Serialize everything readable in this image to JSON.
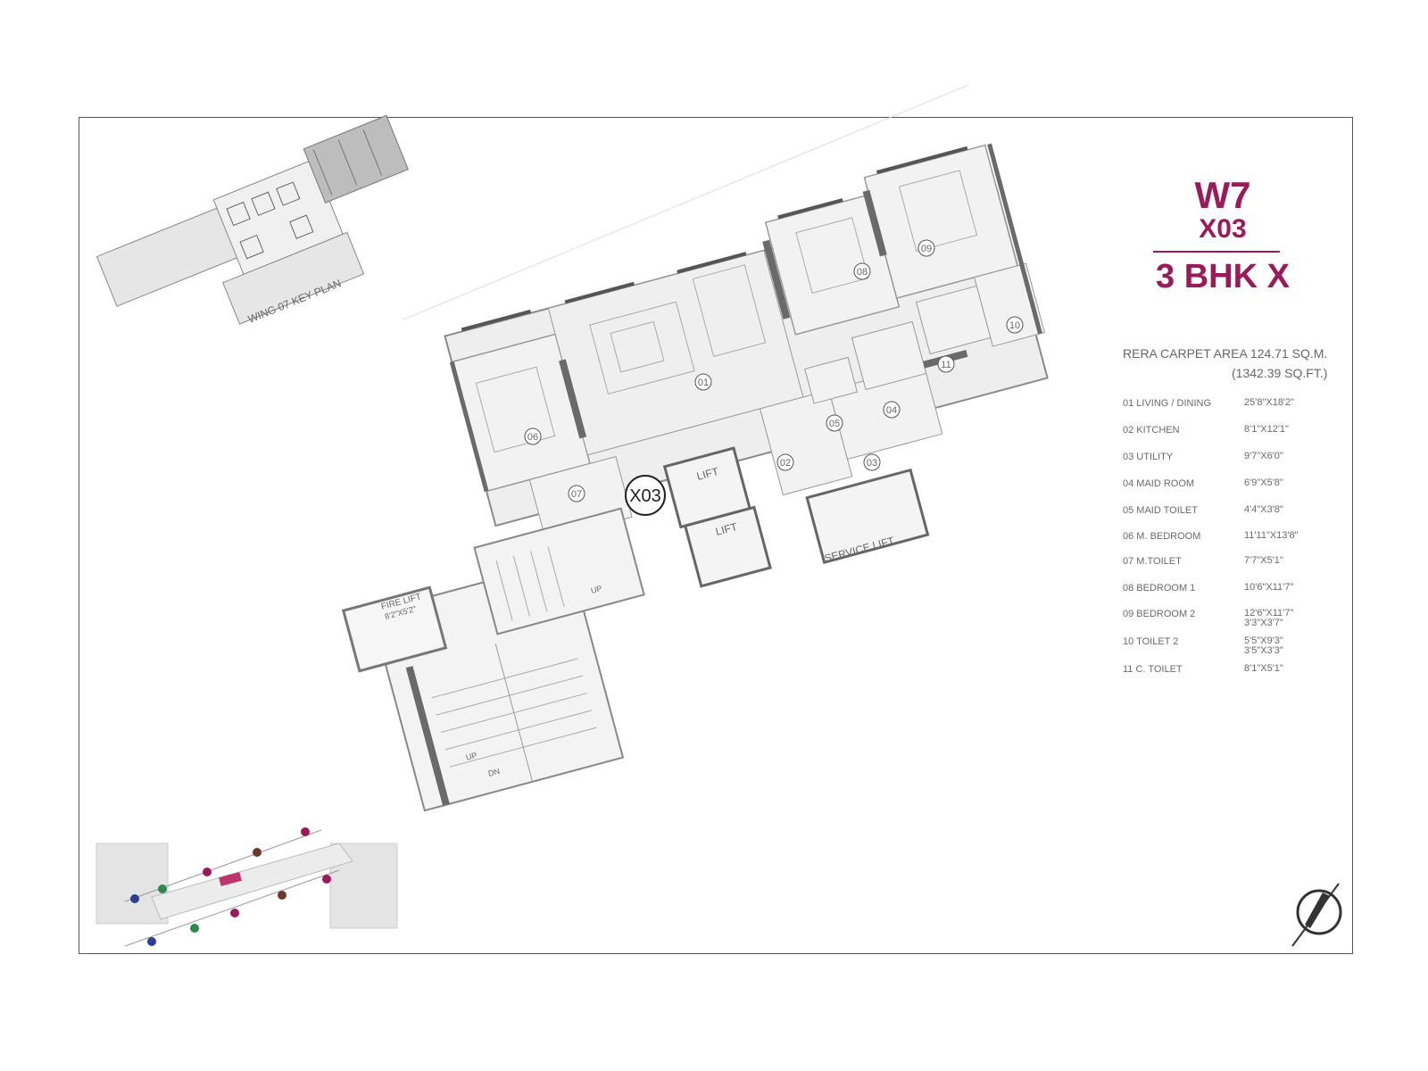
{
  "title": {
    "wing": "W7",
    "unit": "X03",
    "type": "3 BHK X"
  },
  "area": {
    "label": "RERA CARPET AREA  124.71 SQ.M.",
    "sqft": "(1342.39 SQ.FT.)"
  },
  "rooms": [
    {
      "name": "01 LIVING / DINING",
      "dim": "25'8\"X18'2\""
    },
    {
      "name": "02 KITCHEN",
      "dim": "8'1\"X12'1\""
    },
    {
      "name": "03 UTILITY",
      "dim": "9'7\"X6'0\""
    },
    {
      "name": "04 MAID ROOM",
      "dim": "6'9\"X5'8\""
    },
    {
      "name": "05 MAID TOILET",
      "dim": "4'4\"X3'8\""
    },
    {
      "name": "06 M. BEDROOM",
      "dim": "11'11\"X13'8\""
    },
    {
      "name": "07 M.TOILET",
      "dim": "7'7\"X5'1\""
    },
    {
      "name": "08 BEDROOM 1",
      "dim": "10'6\"X11'7\""
    },
    {
      "name": "09 BEDROOM 2",
      "dim": "12'6\"X11'7\"",
      "dim2": "3'3\"X3'7\""
    },
    {
      "name": "10 TOILET 2",
      "dim": "5'5\"X9'3\"",
      "dim2": "3'5\"X3'3\""
    },
    {
      "name": "11 C. TOILET",
      "dim": "8'1\"X5'1\""
    }
  ],
  "plan_labels": {
    "key_plan": "WING 07 KEY PLAN",
    "unit_tag": "X03",
    "lift_1": "LIFT",
    "lift_2": "LIFT",
    "service_lift": "SERVICE LIFT",
    "fire_lift": "FIRE LIFT",
    "fire_lift_dim": "8'2\"X5'2\"",
    "up_1": "UP",
    "up_2": "UP",
    "dn": "DN",
    "room_tags": [
      "01",
      "02",
      "03",
      "04",
      "05",
      "06",
      "07",
      "08",
      "09",
      "10",
      "11"
    ]
  },
  "colors": {
    "accent": "#9b1b5a",
    "wall": "#7a7a7a",
    "floor": "#eeeeee"
  }
}
